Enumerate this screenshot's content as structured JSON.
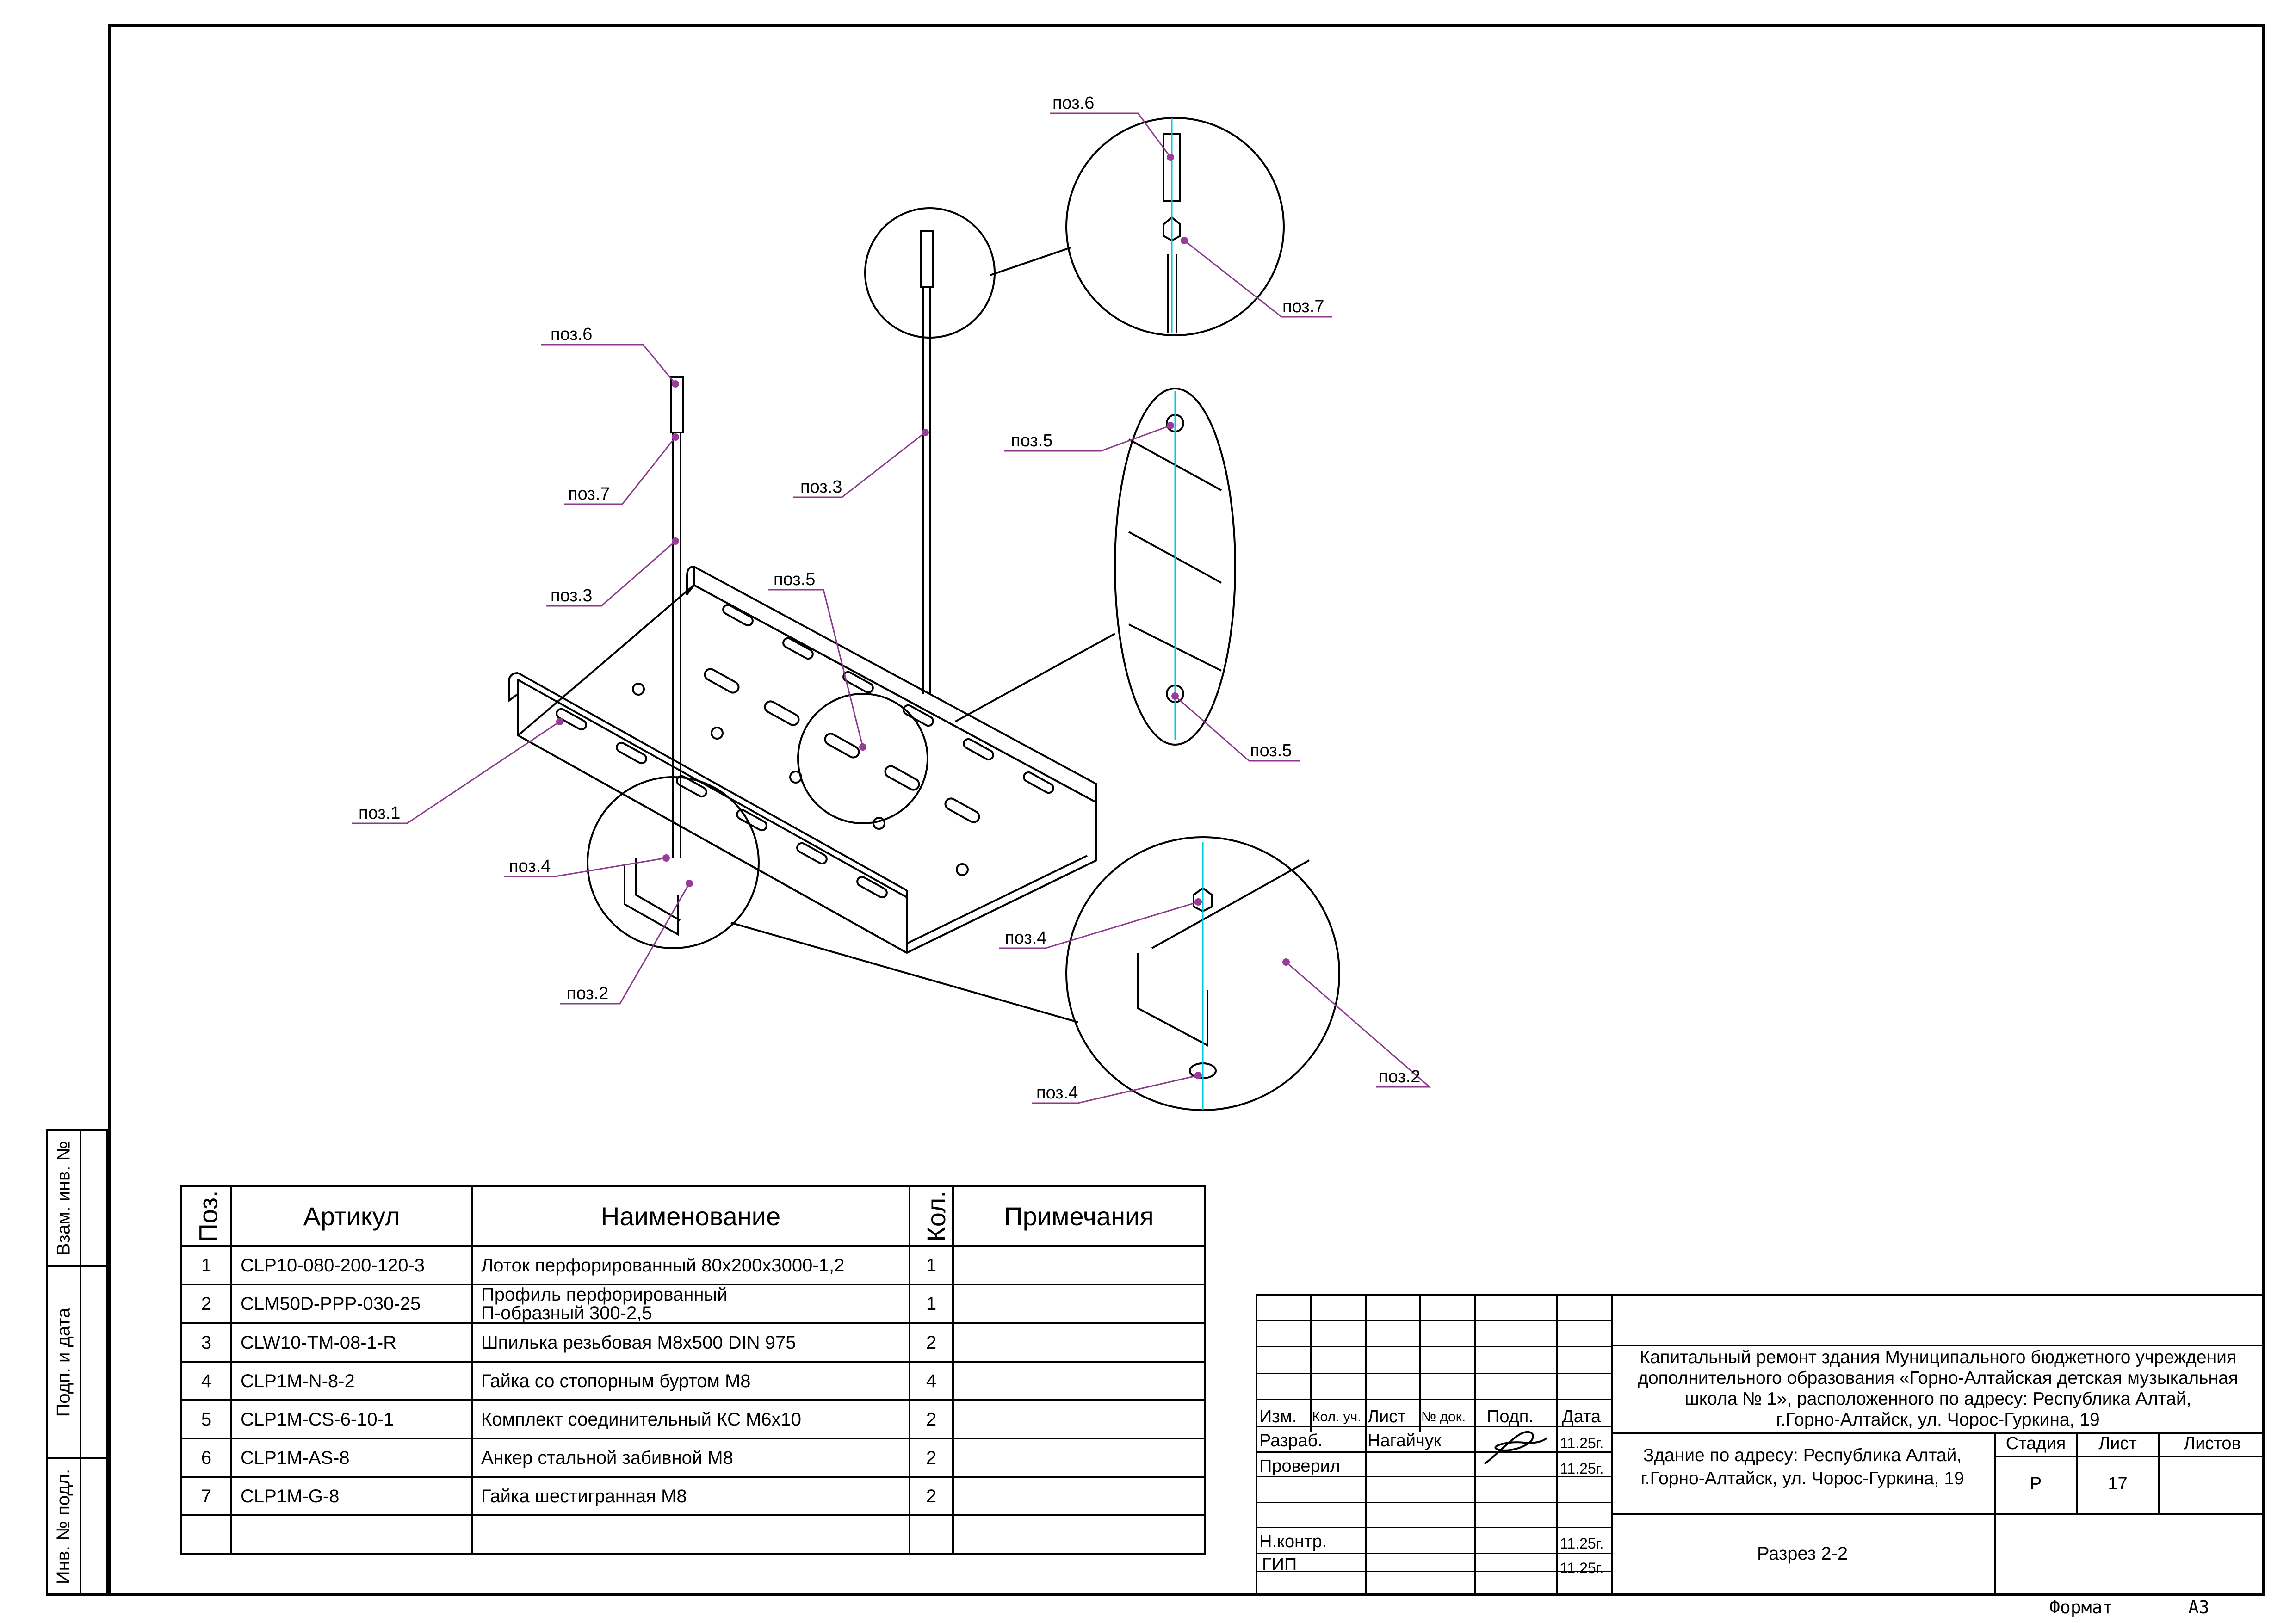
{
  "drawing": {
    "callouts": {
      "p6_top": "поз.6",
      "p7_top": "поз.7",
      "p3_top": "поз.3",
      "p5_oval": "поз.5",
      "p5_oval_bottom": "поз.5",
      "p6_left": "поз.6",
      "p7_left": "поз.7",
      "p3_left": "поз.3",
      "p5_center": "поз.5",
      "p1": "поз.1",
      "p4_left": "поз.4",
      "p2_left": "поз.2",
      "p4_detail_top": "поз.4",
      "p4_detail_bottom": "поз.4",
      "p2_detail": "поз.2"
    }
  },
  "side_stamp": {
    "vzam": "Взам. инв. №",
    "podp": "Подп. и дата",
    "inv": "Инв. № подл."
  },
  "spec_table": {
    "headers": {
      "pos": "Поз.",
      "article": "Артикул",
      "name": "Наименование",
      "qty": "Кол.",
      "notes": "Примечания"
    },
    "rows": [
      {
        "pos": "1",
        "article": "CLP10-080-200-120-3",
        "name": "Лоток перфорированный 80х200х3000-1,2",
        "name2": "",
        "qty": "1"
      },
      {
        "pos": "2",
        "article": "CLM50D-PPP-030-25",
        "name": "Профиль перфорированный",
        "name2": "П-образный 300-2,5",
        "qty": "1"
      },
      {
        "pos": "3",
        "article": "CLW10-TM-08-1-R",
        "name": "Шпилька резьбовая М8х500 DIN 975",
        "name2": "",
        "qty": "2"
      },
      {
        "pos": "4",
        "article": "CLP1M-N-8-2",
        "name": "Гайка со стопорным буртом М8",
        "name2": "",
        "qty": "4"
      },
      {
        "pos": "5",
        "article": "CLP1M-CS-6-10-1",
        "name": "Комплект соединительный КС М6х10",
        "name2": "",
        "qty": "2"
      },
      {
        "pos": "6",
        "article": "CLP1M-AS-8",
        "name": "Анкер стальной забивной М8",
        "name2": "",
        "qty": "2"
      },
      {
        "pos": "7",
        "article": "CLP1M-G-8",
        "name": "Гайка шестигранная М8",
        "name2": "",
        "qty": "2"
      }
    ]
  },
  "title_block": {
    "project_line1": "Капитальный ремонт здания Муниципального бюджетного учреждения",
    "project_line2": "дополнительного образования «Горно-Алтайская детская музыкальная",
    "project_line3": "школа № 1», расположенного по адресу: Республика Алтай,",
    "project_line4": "г.Горно-Алтайск, ул. Чорос-Гуркина, 19",
    "building_line1": "Здание по адресу: Республика Алтай,",
    "building_line2": "г.Горно-Алтайск, ул. Чорос-Гуркина, 19",
    "sheet_title": "Разрез 2-2",
    "col_izm": "Изм.",
    "col_kol": "Кол. уч.",
    "col_list": "Лист",
    "col_ndok": "№ док.",
    "col_podp": "Подп.",
    "col_data": "Дата",
    "razrab": "Разраб.",
    "razrab_name": "Нагайчук",
    "razrab_date": "11.25г.",
    "proveril": "Проверил",
    "proveril_date": "11.25г.",
    "nkontr": "Н.контр.",
    "nkontr_date": "11.25г.",
    "gip": "ГИП",
    "gip_date": "11.25г.",
    "stage_label": "Стадия",
    "sheet_label": "Лист",
    "sheets_label": "Листов",
    "stage": "Р",
    "sheet": "17",
    "sheets": ""
  },
  "format": {
    "label": "Формат",
    "value": "А3"
  }
}
